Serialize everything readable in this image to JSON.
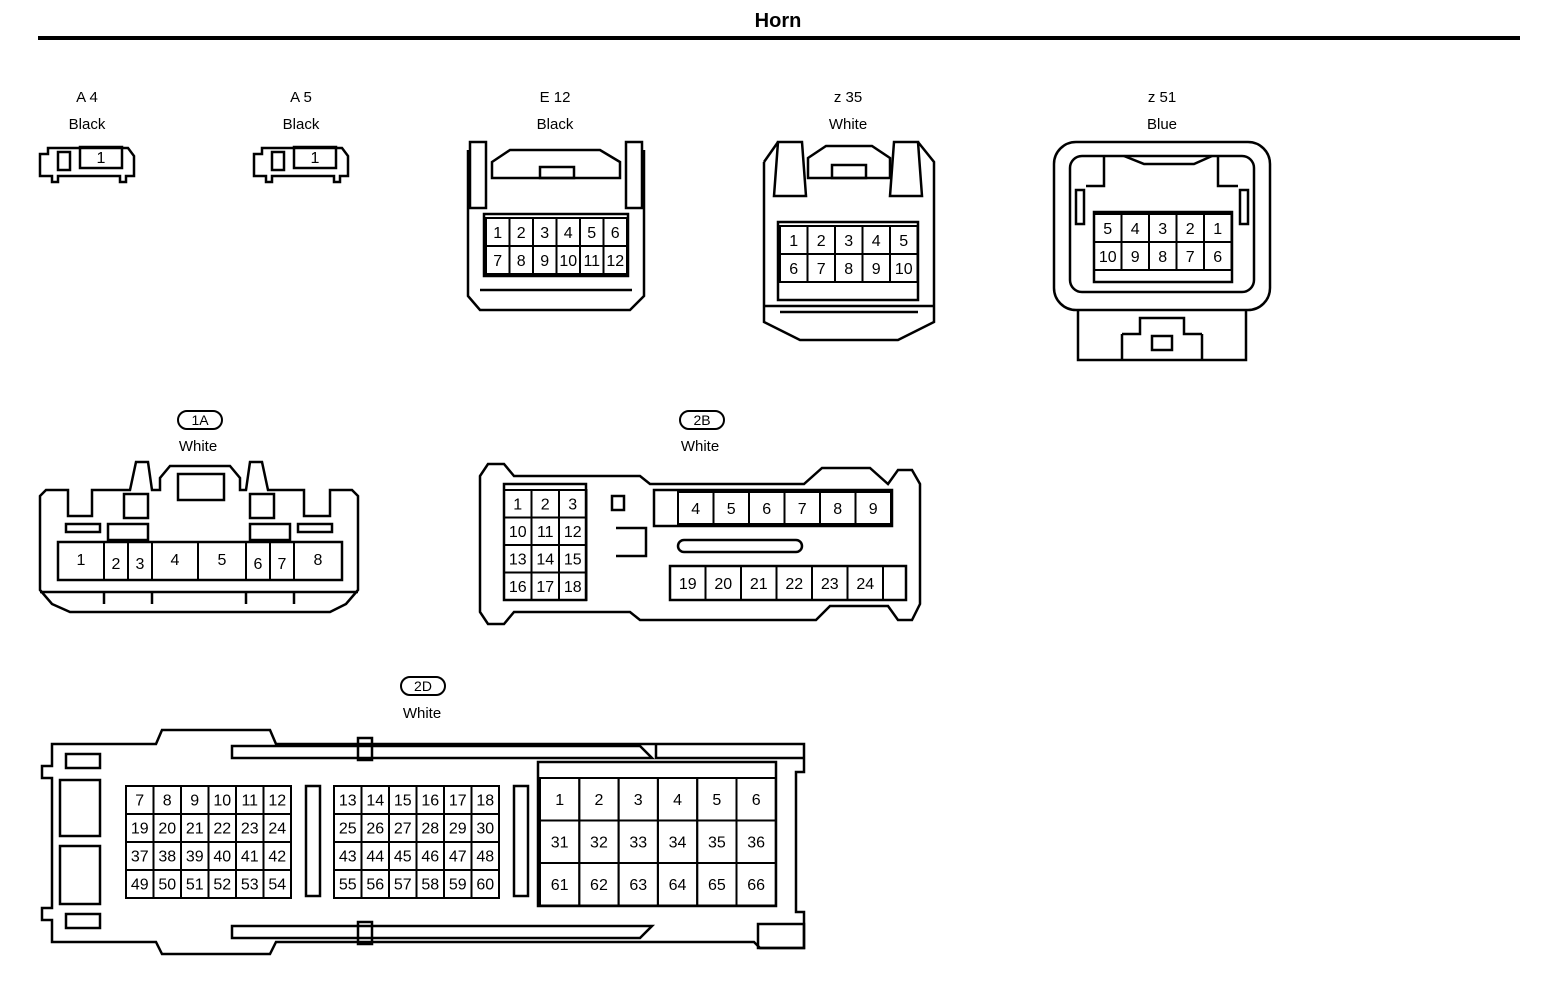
{
  "title": "Horn",
  "connectors": {
    "A4": {
      "code": "A 4",
      "color": "Black",
      "pins": [
        "1"
      ]
    },
    "A5": {
      "code": "A 5",
      "color": "Black",
      "pins": [
        "1"
      ]
    },
    "E12": {
      "code": "E 12",
      "color": "Black",
      "rows": [
        [
          "1",
          "2",
          "3",
          "4",
          "5",
          "6"
        ],
        [
          "7",
          "8",
          "9",
          "10",
          "11",
          "12"
        ]
      ]
    },
    "z35": {
      "code": "z 35",
      "color": "White",
      "rows": [
        [
          "1",
          "2",
          "3",
          "4",
          "5"
        ],
        [
          "6",
          "7",
          "8",
          "9",
          "10"
        ]
      ]
    },
    "z51": {
      "code": "z 51",
      "color": "Blue",
      "rows": [
        [
          "5",
          "4",
          "3",
          "2",
          "1"
        ],
        [
          "10",
          "9",
          "8",
          "7",
          "6"
        ]
      ]
    },
    "1A": {
      "code": "1A",
      "color": "White",
      "pins": [
        "1",
        "2",
        "3",
        "4",
        "5",
        "6",
        "7",
        "8"
      ]
    },
    "2B": {
      "code": "2B",
      "color": "White",
      "left_block": [
        [
          "1",
          "2",
          "3"
        ],
        [
          "10",
          "11",
          "12"
        ],
        [
          "13",
          "14",
          "15"
        ],
        [
          "16",
          "17",
          "18"
        ]
      ],
      "top_row": [
        "4",
        "5",
        "6",
        "7",
        "8",
        "9"
      ],
      "bottom_row": [
        "19",
        "20",
        "21",
        "22",
        "23",
        "24"
      ]
    },
    "2D": {
      "code": "2D",
      "color": "White",
      "block1": [
        [
          "7",
          "8",
          "9",
          "10",
          "11",
          "12"
        ],
        [
          "19",
          "20",
          "21",
          "22",
          "23",
          "24"
        ],
        [
          "37",
          "38",
          "39",
          "40",
          "41",
          "42"
        ],
        [
          "49",
          "50",
          "51",
          "52",
          "53",
          "54"
        ]
      ],
      "block2": [
        [
          "13",
          "14",
          "15",
          "16",
          "17",
          "18"
        ],
        [
          "25",
          "26",
          "27",
          "28",
          "29",
          "30"
        ],
        [
          "43",
          "44",
          "45",
          "46",
          "47",
          "48"
        ],
        [
          "55",
          "56",
          "57",
          "58",
          "59",
          "60"
        ]
      ],
      "block3": [
        [
          "1",
          "2",
          "3",
          "4",
          "5",
          "6"
        ],
        [
          "31",
          "32",
          "33",
          "34",
          "35",
          "36"
        ],
        [
          "61",
          "62",
          "63",
          "64",
          "65",
          "66"
        ]
      ]
    }
  }
}
